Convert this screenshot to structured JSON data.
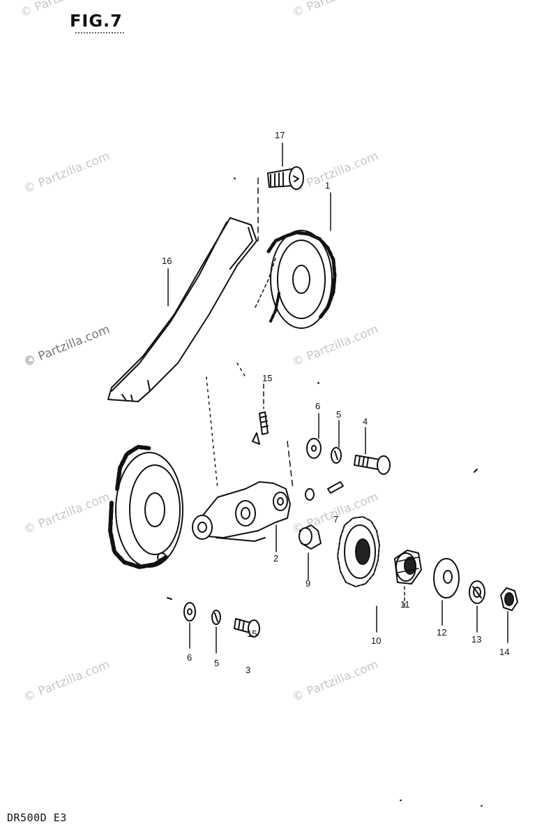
{
  "header": {
    "figure_title": "FIG.7"
  },
  "footer": {
    "model_code": "DR500D E3"
  },
  "watermark": {
    "text": "© Partzilla.com"
  },
  "callouts": {
    "n1": "1",
    "n2": "2",
    "n3": "3",
    "n4": "4",
    "n5a": "5",
    "n5b": "5",
    "n6a": "6",
    "n6b": "6",
    "n7": "7",
    "n9": "9",
    "n10": "10",
    "n11": "11",
    "n12": "12",
    "n13": "13",
    "n14": "14",
    "n15a": "15",
    "n15b": "15",
    "n16": "16",
    "n17": "17"
  }
}
